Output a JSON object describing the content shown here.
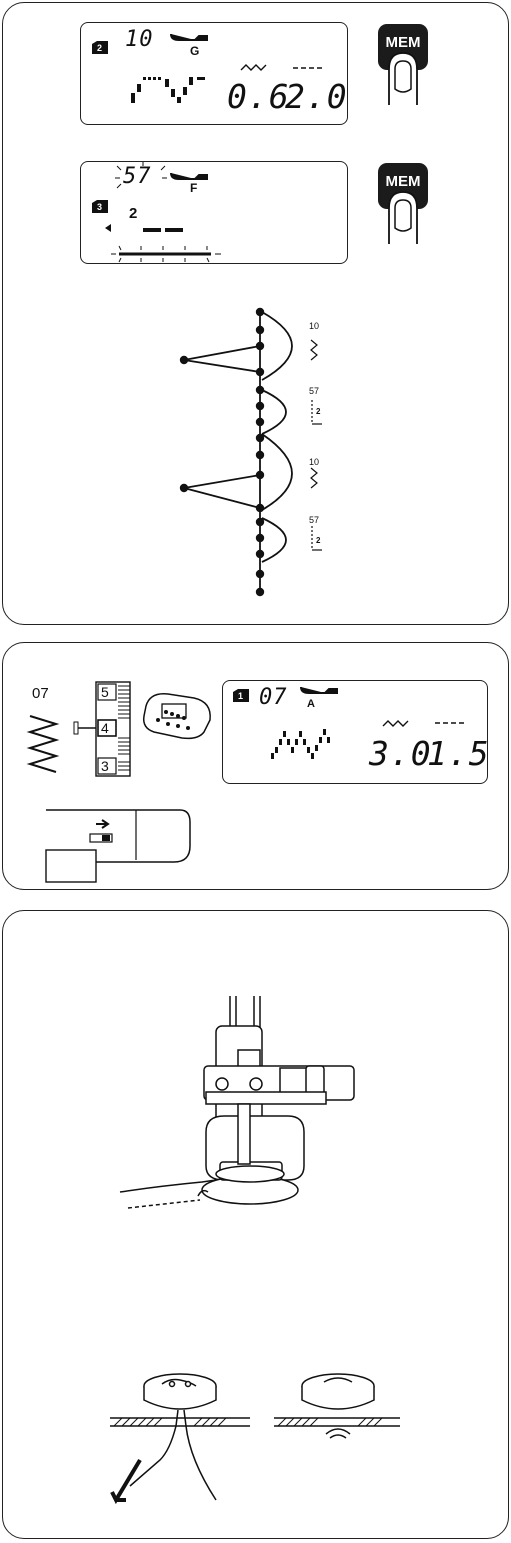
{
  "panel1": {
    "display1": {
      "mem_bank": "2",
      "pattern_number": "10",
      "foot": "G",
      "width_value": "0.6",
      "length_value": "2.0"
    },
    "display2": {
      "mem_bank": "3",
      "pattern_number": "57",
      "foot": "F",
      "digit": "2"
    },
    "mem_button_label": "MEM",
    "sequence": {
      "labels": [
        "10",
        "57",
        "10",
        "57"
      ],
      "small_digits": [
        "2",
        "2"
      ]
    }
  },
  "panel2": {
    "pattern_number": "07",
    "dial_numbers": [
      "5",
      "4",
      "3"
    ],
    "display": {
      "mem_bank": "1",
      "pattern_number": "07",
      "foot": "A",
      "width_value": "3.0",
      "length_value": "1.5"
    }
  },
  "panel3": {}
}
